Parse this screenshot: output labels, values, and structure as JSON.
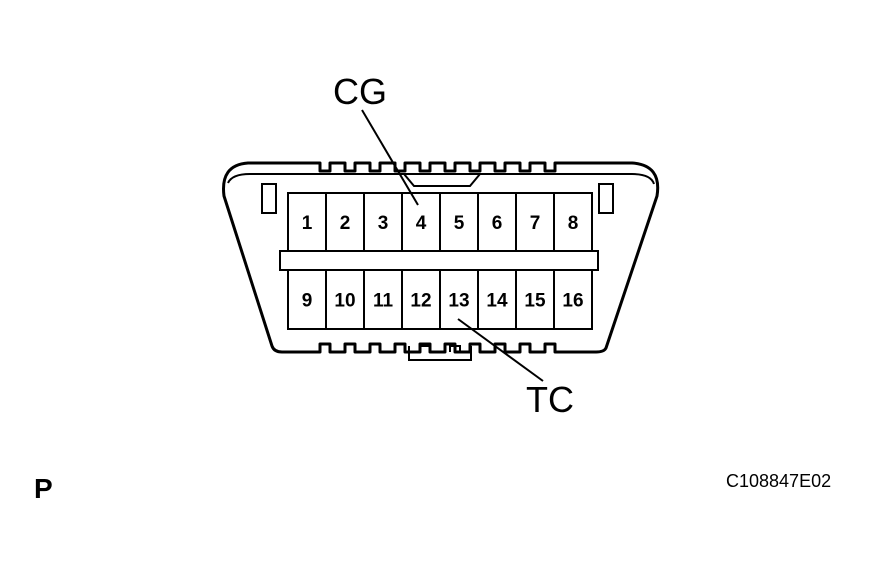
{
  "connector": {
    "top_row_pins": [
      "1",
      "2",
      "3",
      "4",
      "5",
      "6",
      "7",
      "8"
    ],
    "bottom_row_pins": [
      "9",
      "10",
      "11",
      "12",
      "13",
      "14",
      "15",
      "16"
    ]
  },
  "callouts": {
    "cg": "CG",
    "tc": "TC"
  },
  "corner_label": "P",
  "figure_code": "C108847E02",
  "colors": {
    "line": "#000000",
    "background": "#ffffff"
  }
}
